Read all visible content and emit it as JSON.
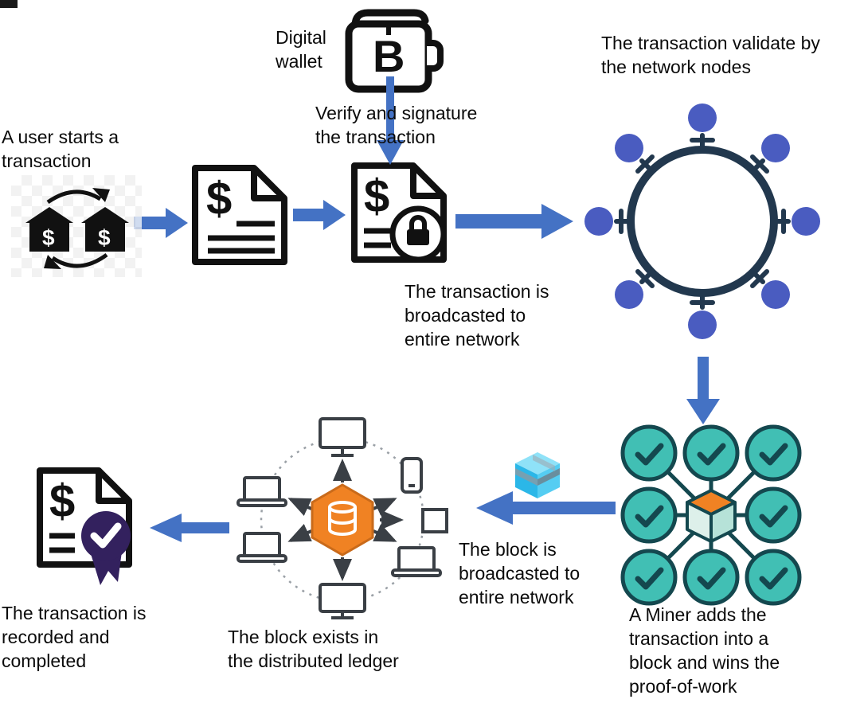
{
  "diagram": {
    "steps": {
      "user_starts": "A user starts a\ntransaction",
      "digital_wallet": "Digital\nwallet",
      "verify_signature": "Verify and signature\nthe transaction",
      "validate_nodes": "The transaction validate by\nthe network nodes",
      "broadcast_network": "The transaction is\nbroadcasted to\nentire network",
      "miner": "A Miner adds the\ntransaction into a\nblock and wins the\nproof-of-work",
      "block_broadcast": "The block is\nbroadcasted to\nentire network",
      "distributed_ledger": "The block exists in\nthe distributed ledger",
      "recorded_completed": "The transaction is\nrecorded and\ncompleted"
    },
    "glyphs": {
      "dollar": "$",
      "bitcoin": "B"
    },
    "icons": [
      "user-transaction-icon",
      "transaction-document-icon",
      "digital-wallet-icon",
      "signed-document-icon",
      "network-nodes-icon",
      "miner-block-icon",
      "block-cube-icon",
      "distributed-ledger-icon",
      "completed-document-icon"
    ],
    "colors": {
      "arrow_blue": "#4472C4",
      "node_blue": "#4A5CC0",
      "network_outline": "#22384E",
      "miner_teal": "#41BFB4",
      "miner_outline": "#14484F",
      "block_orange": "#F08223",
      "cube_cyan": "#2BB7E8",
      "badge_purple": "#33215E",
      "ink": "#0b0b0b"
    }
  }
}
